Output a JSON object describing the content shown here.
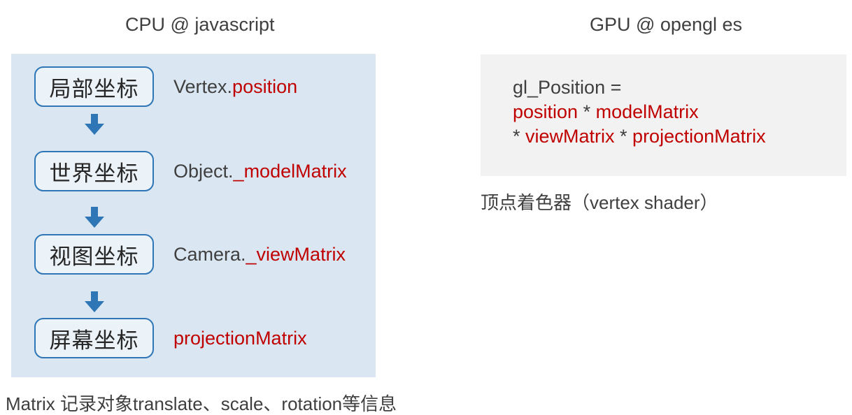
{
  "left": {
    "title": "CPU @ javascript",
    "steps": [
      {
        "box": "局部坐标",
        "label_dark": "Vertex.",
        "label_red": "position"
      },
      {
        "box": "世界坐标",
        "label_dark": "Object.",
        "label_red": "_modelMatrix"
      },
      {
        "box": "视图坐标",
        "label_dark": "Camera.",
        "label_red": "_viewMatrix"
      },
      {
        "box": "屏幕坐标",
        "label_dark": "",
        "label_red": "projectionMatrix"
      }
    ],
    "caption": "Matrix 记录对象translate、scale、rotation等信息"
  },
  "right": {
    "title": "GPU @ opengl es",
    "code": {
      "l1": "gl_Position =",
      "l2_red1": "position",
      "l2_op": " * ",
      "l2_red2": "modelMatrix",
      "l3_op1": "* ",
      "l3_red1": "viewMatrix",
      "l3_op2": " * ",
      "l3_red2": "projectionMatrix"
    },
    "caption": "顶点着色器（vertex shader）"
  },
  "colors": {
    "panel_blue": "#dae7f3",
    "panel_gray": "#f2f2f2",
    "accent_blue": "#2e76b6",
    "code_red": "#c00000",
    "text_dark": "#3f3f3f"
  }
}
